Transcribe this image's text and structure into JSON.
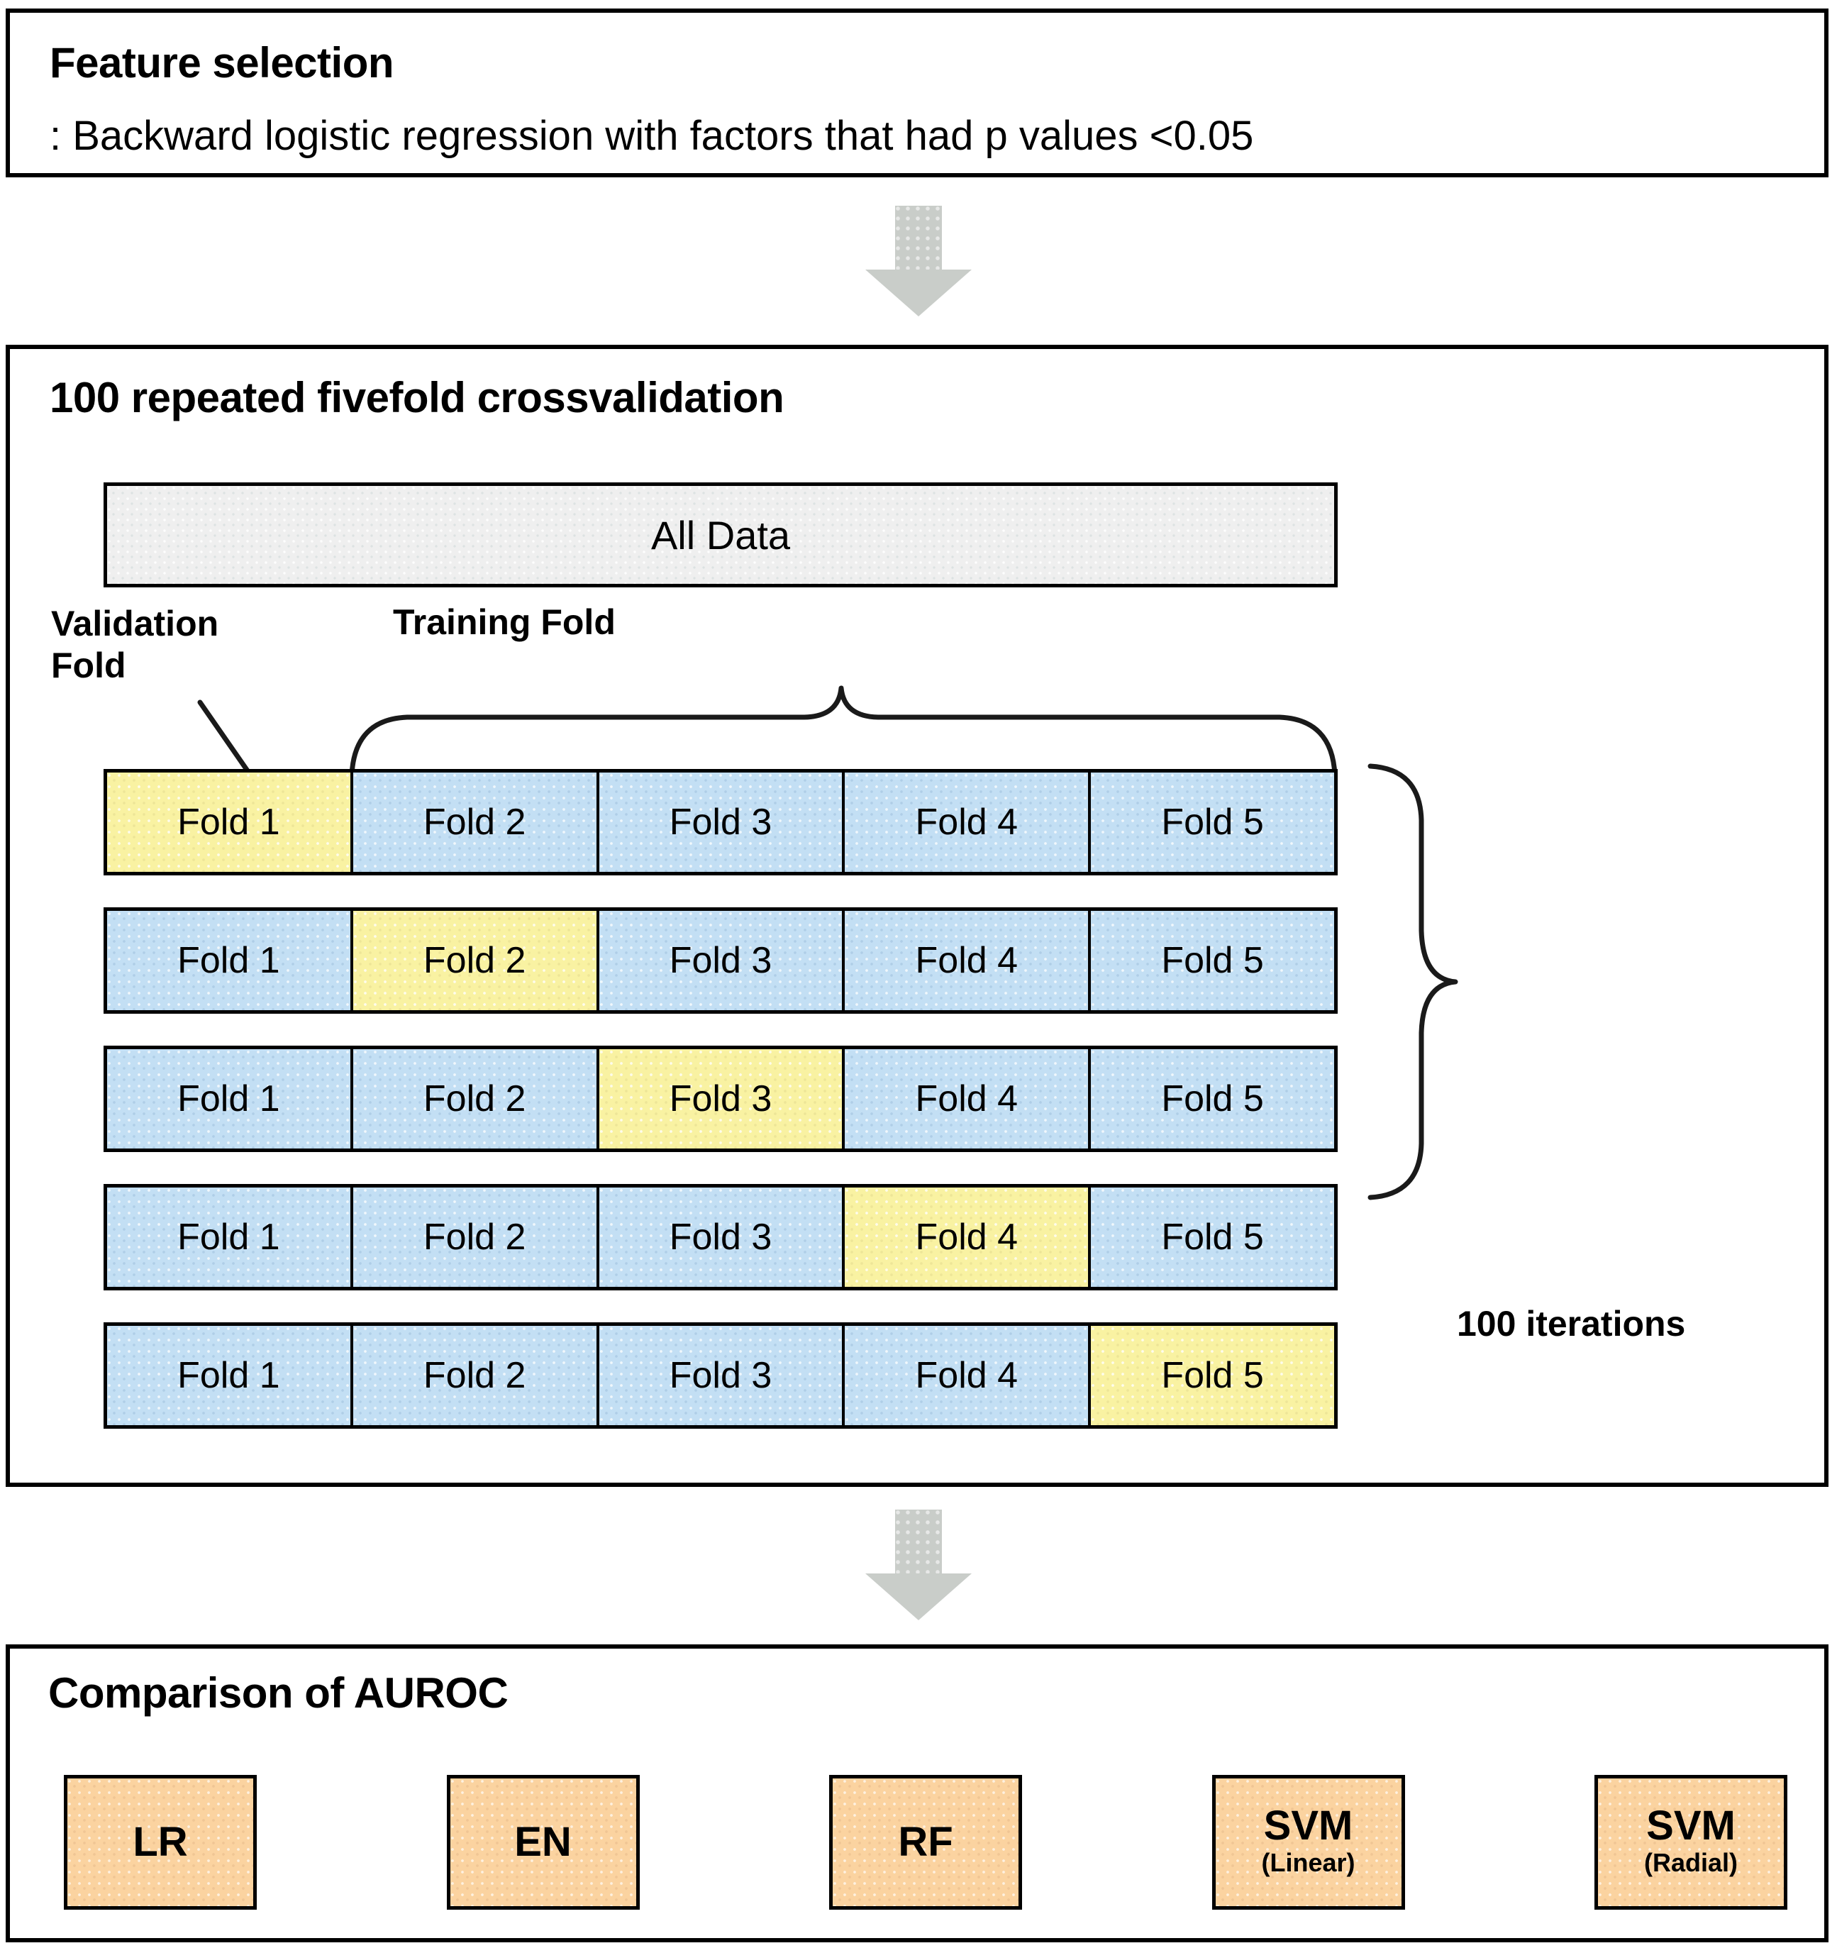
{
  "feature_selection": {
    "title": "Feature selection",
    "subtitle": ": Backward logistic regression with factors that had p values <0.05"
  },
  "cross_validation": {
    "title": "100 repeated fivefold crossvalidation",
    "all_data_label": "All Data",
    "validation_fold_label": "Validation\nFold",
    "training_fold_label": "Training Fold",
    "iterations_label": "100  iterations",
    "fold_names": [
      "Fold 1",
      "Fold 2",
      "Fold 3",
      "Fold 4",
      "Fold 5"
    ],
    "rows": [
      {
        "cells": [
          "Fold 1",
          "Fold 2",
          "Fold 3",
          "Fold 4",
          "Fold 5"
        ],
        "validation_index": 0
      },
      {
        "cells": [
          "Fold 1",
          "Fold 2",
          "Fold 3",
          "Fold 4",
          "Fold 5"
        ],
        "validation_index": 1
      },
      {
        "cells": [
          "Fold 1",
          "Fold 2",
          "Fold 3",
          "Fold 4",
          "Fold 5"
        ],
        "validation_index": 2
      },
      {
        "cells": [
          "Fold 1",
          "Fold 2",
          "Fold 3",
          "Fold 4",
          "Fold 5"
        ],
        "validation_index": 3
      },
      {
        "cells": [
          "Fold 1",
          "Fold 2",
          "Fold 3",
          "Fold 4",
          "Fold 5"
        ],
        "validation_index": 4
      }
    ]
  },
  "auroc": {
    "title": "Comparison of AUROC",
    "models": [
      {
        "name": "LR",
        "kernel": ""
      },
      {
        "name": "EN",
        "kernel": ""
      },
      {
        "name": "RF",
        "kernel": ""
      },
      {
        "name": "SVM",
        "kernel": "(Linear)"
      },
      {
        "name": "SVM",
        "kernel": "(Radial)"
      }
    ]
  },
  "colors": {
    "validation_fold": "#f9f2a2",
    "training_fold": "#c3dff4",
    "all_data": "#efefef",
    "model_box": "#fbd3a0",
    "arrow": "#c9cdc9",
    "border": "#000000"
  },
  "icons": {
    "arrow_1": "arrow-down-icon",
    "arrow_2": "arrow-down-icon",
    "training_brace": "curly-brace-up-icon",
    "iterations_brace": "curly-brace-right-icon",
    "validation_pointer": "leader-line-icon"
  }
}
